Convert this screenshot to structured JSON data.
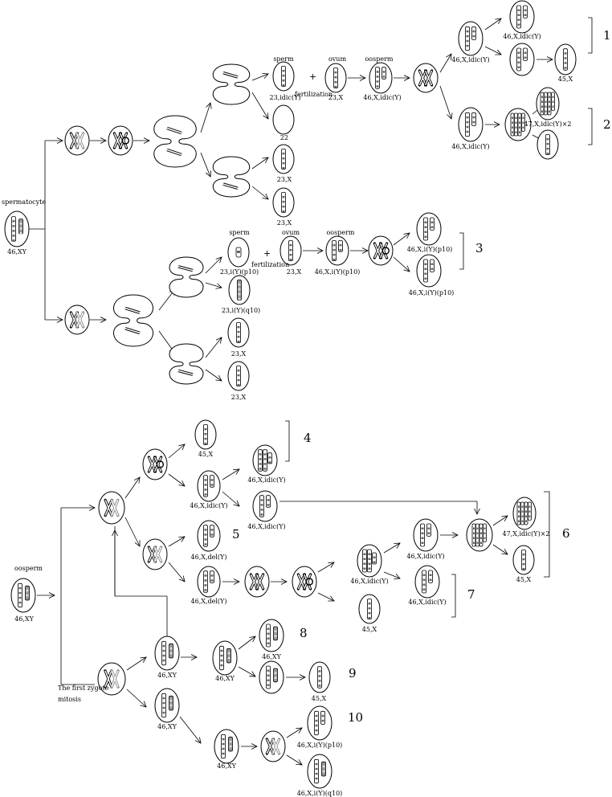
{
  "labels": {
    "spermatocyte": "spermatocyte",
    "karyotype_46XY": "46,XY",
    "sperm": "sperm",
    "ovum": "ovum",
    "oosperm": "oosperm",
    "fertilization": "fertilization",
    "plus": "+",
    "k_23_idicY": "23,idic(Y)",
    "k_23X": "23,X",
    "k_22": "22",
    "k_46X_idicY": "46,X,idic(Y)",
    "k_45X": "45,X",
    "k_47X_idicY2": "47,X,idic(Y)×2",
    "k_23_iYp10": "23,i(Y)(p10)",
    "k_23_iYq10": "23,i(Y)(q10)",
    "k_46X_iYp10": "46,X,i(Y)(p10)",
    "k_46X_iYq10": "46,X,i(Y)(q10)",
    "k_46X_delY": "46,X,del(Y)",
    "first_zygote_mitosis_1": "The first zygote",
    "first_zygote_mitosis_2": "mitosis"
  },
  "numbers": [
    "1",
    "2",
    "3",
    "4",
    "5",
    "6",
    "7",
    "8",
    "9",
    "10"
  ]
}
